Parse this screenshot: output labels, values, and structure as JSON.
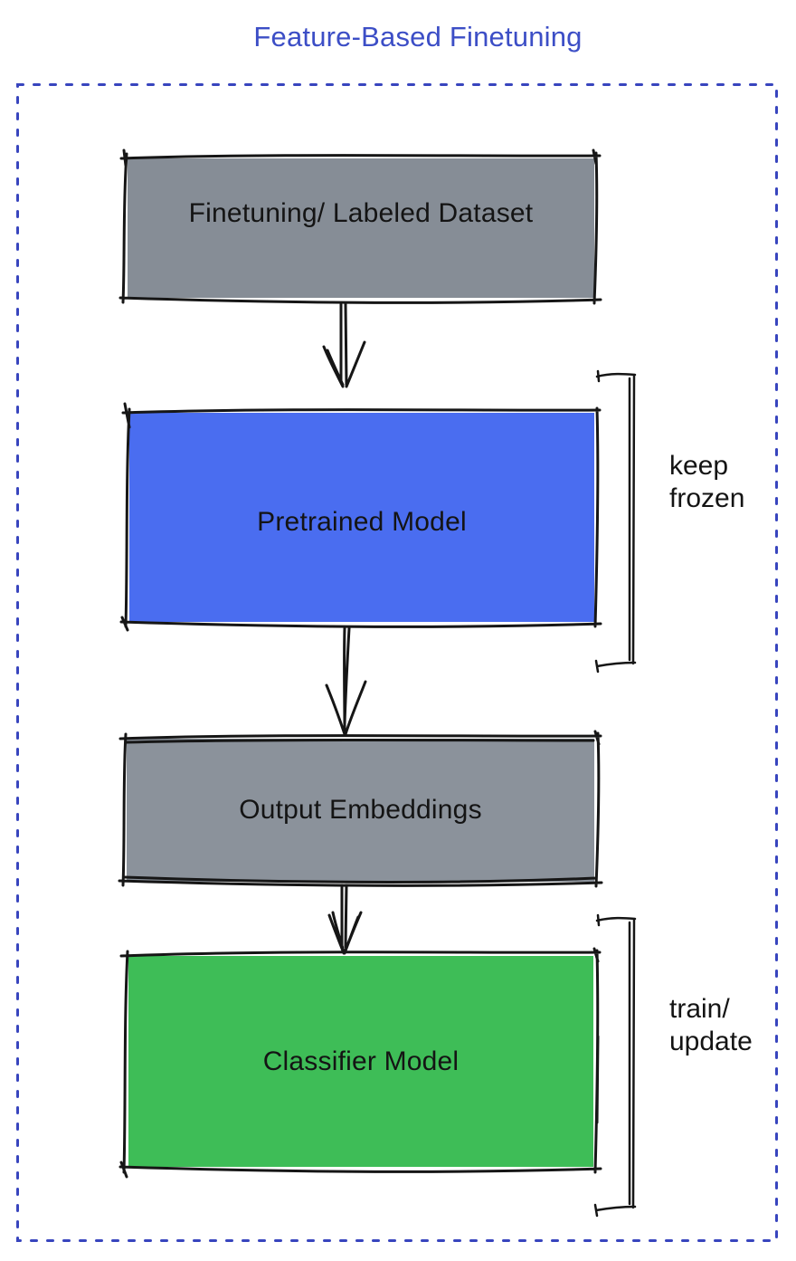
{
  "title": {
    "text": "Feature-Based Finetuning",
    "color": "#3C4EC6"
  },
  "frame": {
    "border_color": "#3845BE"
  },
  "ink_color": "#161616",
  "nodes": [
    {
      "id": "finetuning-dataset",
      "label": "Finetuning/ Labeled Dataset",
      "fill": "#868D96"
    },
    {
      "id": "pretrained-model",
      "label": "Pretrained Model",
      "fill": "#4A6DF0"
    },
    {
      "id": "output-embeddings",
      "label": "Output Embeddings",
      "fill": "#8B929B"
    },
    {
      "id": "classifier-model",
      "label": "Classifier Model",
      "fill": "#3EBD57"
    }
  ],
  "brackets": [
    {
      "id": "keep-frozen",
      "lines": [
        "keep",
        "frozen"
      ]
    },
    {
      "id": "train-update",
      "lines": [
        "train/",
        "update"
      ]
    }
  ]
}
